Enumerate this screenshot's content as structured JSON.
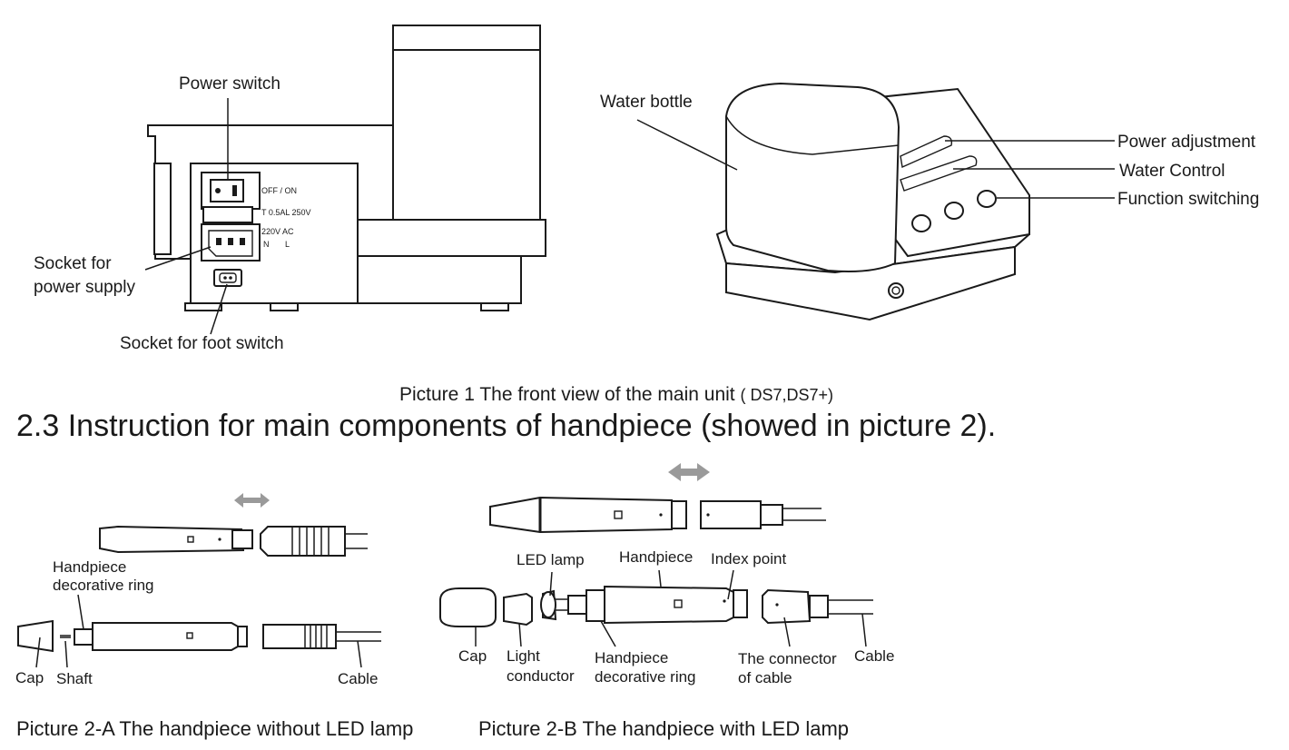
{
  "picture1": {
    "labels": {
      "power_switch": "Power switch",
      "socket_power_line1": "Socket for",
      "socket_power_line2": "power supply",
      "socket_foot": "Socket for foot switch",
      "water_bottle": "Water bottle",
      "power_adjustment": "Power adjustment",
      "water_control": "Water Control",
      "function_switching": "Function switching"
    },
    "panel_text": {
      "off_on": "OFF / ON",
      "fuse": "T 0.5AL 250V",
      "voltage": "220V AC",
      "n": "N",
      "l": "L"
    },
    "caption": "Picture 1 The front view of the main unit",
    "caption_models": "( DS7,DS7+)"
  },
  "section_heading": "2.3 Instruction for main components of handpiece (showed in picture 2).",
  "picture2a": {
    "labels": {
      "decorative_ring_line1": "Handpiece",
      "decorative_ring_line2": "decorative ring",
      "cap": "Cap",
      "shaft": "Shaft",
      "cable": "Cable"
    },
    "caption": "Picture 2-A The handpiece without LED lamp"
  },
  "picture2b": {
    "labels": {
      "led_lamp": "LED lamp",
      "handpiece": "Handpiece",
      "index_point": "Index point",
      "cap": "Cap",
      "light_conductor_line1": "Light",
      "light_conductor_line2": "conductor",
      "decorative_ring_line1": "Handpiece",
      "decorative_ring_line2": "decorative ring",
      "connector_line1": "The connector",
      "connector_line2": "of cable",
      "cable": "Cable"
    },
    "caption": "Picture 2-B The handpiece with LED lamp"
  },
  "colors": {
    "line": "#1a1a1a",
    "arrow": "#9a9a9a",
    "background": "#ffffff"
  }
}
